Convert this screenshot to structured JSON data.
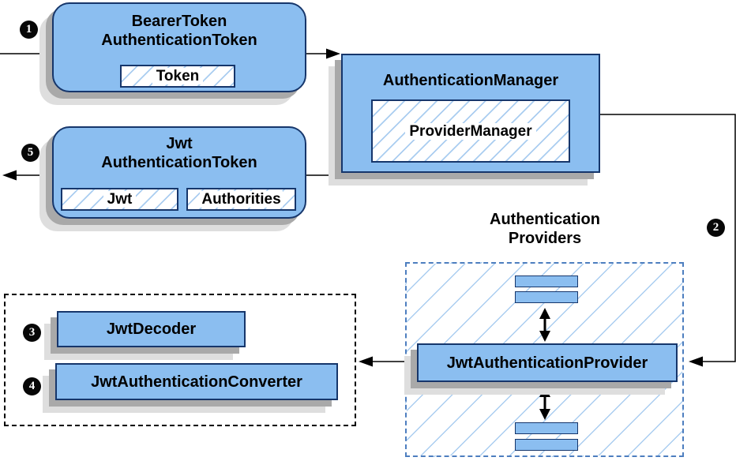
{
  "diagram": {
    "bearer_token_box": {
      "title_line1": "BearerToken",
      "title_line2": "AuthenticationToken",
      "chip_token": "Token"
    },
    "authentication_manager_box": {
      "title": "AuthenticationManager",
      "chip_provider_manager": "ProviderManager"
    },
    "jwt_token_box": {
      "title_line1": "Jwt",
      "title_line2": "AuthenticationToken",
      "chip_jwt": "Jwt",
      "chip_authorities": "Authorities"
    },
    "providers_group": {
      "label_line1": "Authentication",
      "label_line2": "Providers",
      "provider_box": "JwtAuthenticationProvider"
    },
    "converter_group": {
      "decoder_box": "JwtDecoder",
      "converter_box": "JwtAuthenticationConverter"
    },
    "steps": {
      "step1": "1",
      "step2": "2",
      "step3": "3",
      "step4": "4",
      "step5": "5"
    },
    "colors": {
      "node_fill": "#8bbef0",
      "node_border": "#16366b",
      "hatch_line": "#aacdf0",
      "group_dashed_blue": "#4d7ebf",
      "group_dashed_black": "#000000",
      "shadow_dark": "#a9a9a9",
      "shadow_light": "#dedede",
      "arrow": "#000000"
    }
  }
}
